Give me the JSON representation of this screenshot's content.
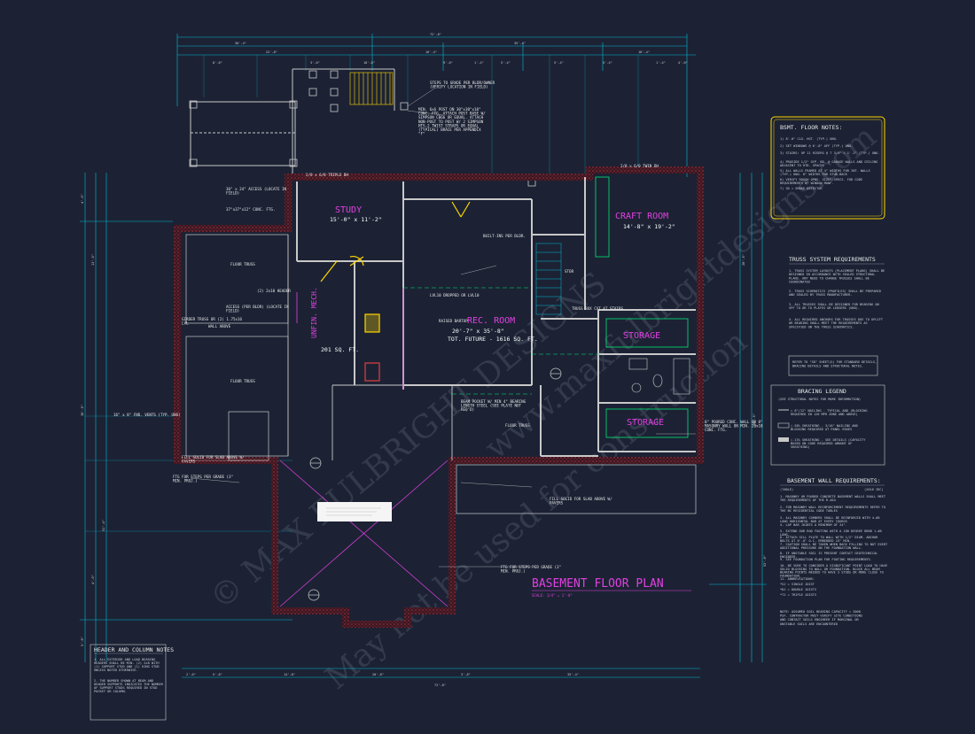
{
  "plan": {
    "title": "BASEMENT FLOOR PLAN",
    "scale": "SCALE: 1/4\" = 1'-0\"",
    "rooms": [
      {
        "name": "STUDY",
        "size": "15'-0\" x 11'-2\""
      },
      {
        "name": "CRAFT ROOM",
        "size": "14'-8\" x 19'-2\""
      },
      {
        "name": "REC. ROOM",
        "size": "20'-7\" x 35'-8\"",
        "area": "TOT. FUTURE - 1616 SQ. FT."
      },
      {
        "name": "UNFIN. MECH.",
        "area": "201 SQ. FT."
      },
      {
        "name": "STORAGE"
      },
      {
        "name": "STORAGE"
      }
    ],
    "dims": {
      "overall": "72'-8\"",
      "top": [
        "36'-4\"",
        "35'-4\"",
        "22'-8\"",
        "16'-4\"",
        "18'-4\""
      ],
      "row2": [
        "8'-8\"",
        "10'-0\"",
        "3'-0\"",
        "9'-0\"",
        "1'-4\"",
        "5'-4\"",
        "5'-4\"",
        "5'-4\"",
        "1'-4\"",
        "4'-0\""
      ],
      "bottom": [
        "2'-0\"",
        "5'-8\"",
        "14'-8\"",
        "20'-8\"",
        "3'-8\"",
        "35'-4\""
      ],
      "left": [
        "4'-0\"",
        "13'-0\"",
        "38'-0\"",
        "51'-4\"",
        "4'-0\"",
        "5'-8\""
      ],
      "right": [
        "28'-0\"",
        "34'-0\"",
        "52'-8\""
      ]
    },
    "labels": {
      "steps_grade": "STEPS TO GRADE PER BLDR/OWNER (VERIFY LOCATION IN FIELD)",
      "post_note": "MIN. 6x6 POST ON 30\"x30\"x10\" CONC. FTG. ATTACH POST BASE W/ SIMPSON CB66 OR EQUAL. ATTACH NON-POST TO POST W/ 2 SIMPSON HTS-2 TWIST STRAPS OR EQUAL (TYPICAL) BRACE PER APPENDIX \"F\"",
      "access": "36\" x 24\" ACCESS (LOCATE IN FIELD)",
      "conc_ftg": "37\"x37\"x12\" CONC. FTG.",
      "header": "(2) 2x10 HEADER",
      "access_bldr": "ACCESS (PER BLDR) (LOCATE IN FIELD)",
      "girder": "GIRDER TRUSS OR (2) 1.75x16 LVL",
      "wall_above": "WALL ABOVE",
      "vents": "16\" x 8\" FND. VENTS (TYP. UNO)",
      "fill_slab": "FILL SOLID FOR SLAB ABOVE W/ PAVERS",
      "ftg_steps": "FTG FOR STEPS PER GRADE (3\" MIN. PROJ.)",
      "ftg_steps2": "FTG FOR STEPS PER GRADE (3\" MIN. PROJ.)",
      "fill_slab2": "FILL SOLID FOR SLAB ABOVE W/ PAVERS",
      "poured_conc": "8\" POURED CONC. WALL OR 8\" MASONRY WALL ON MIN. 20x10 CONC. FTG.",
      "floor_truss": "FLOOR TRUSS",
      "triple": "2/8 x 6/8 TRIPLE DH",
      "twin": "2/8 x 6/0 TWIN DH",
      "raised_bartop": "RAISED BARTOP",
      "builtins": "BUILT-INS PER BLDR.",
      "beam_pocket": "BEAM POCKET W/ MIN 4\" BEARING LENGTH STEEL (SEE PLATE NOT REQ'D)",
      "dropped": "LVL10 DROPPED OR LVL10",
      "storm": "STOR",
      "truss_box": "TRUSS BOX CUT AT STAIRS"
    }
  },
  "notes": {
    "bsmt": {
      "title": "BSMT. FLOOR NOTES:",
      "lines": [
        "1) 8'-0\" CLG. HGT. (TYP.) UNO.",
        "2) SET WINDOWS @ 6'-8\" AFF (TYP.) UNO.",
        "3) STAIRS: UP 11 RISERS @ 7 3/4\" = 1'-1\" (TYP.) UNO.",
        "4) PROVIDE 1/2\" GYP. BD. @ GARAGE WALLS AND CEILING ADJACENT TO HTD. SPACES",
        "5) ALL WALLS FRAMED AT 4\" WIDTHS FOR INT. WALLS (TYP.) UNO. 6\" WIDTHS FOR STUD-BACK",
        "6) VERIFY ROUGH OPNG. SIZES/SPECS. FOR CODE REQUIREMENTS W/ WINDOW MANF.",
        "7) SD = SMOKE DETECTOR"
      ]
    },
    "truss": {
      "title": "TRUSS SYSTEM REQUIREMENTS",
      "lines": [
        "1. TRUSS SYSTEM LAYOUTS (PLACEMENT PLANS) SHALL BE DESIGNED IN ACCORDANCE WITH SEALED STRUCTURAL PLANS. ANY NEED TO CHANGE TRUSSES SHALL BE COORDINATED",
        "2. TRUSS SCHEMATICS (PROFILES) SHALL BE PREPARED AND SEALED BY TRUSS MANUFACTURER.",
        "3. ALL TRUSSES SHALL BE DESIGNED FOR BEARING ON SPF TO OR TO PLATES OR LEDGERS (UNO).",
        "4. ALL REQUIRED ANCHORS FOR TRUSSES DUE TO UPLIFT OR BEARING SHALL MEET THE REQUIREMENTS AS SPECIFIED ON THE TRUSS SCHEMATICS."
      ]
    },
    "refer": "REFER TO \"SD\" SHEET(S) FOR STANDARD DETAILS, BRACING DETAILS AND STRUCTURAL NOTES.",
    "bracing": {
      "title": "BRACING LEGEND",
      "sub": "(SEE STRUCTURAL NOTES FOR MORE INFORMATION)",
      "items": [
        "= 8\"/12\" NAILING - TYPICAL AND (BLOCKING REQUIRED IN 120 MPH ZONE AND ABOVE)",
        "(.58% SHEATHING - 3/16\" NAILING AND BLOCKING REQUIRED AT PANEL EDGES",
        "(.13% SHEATHING - SEE DETAILS (CAPACITY BASED ON CODE REQUIRED AMOUNT OF SHEATHING)"
      ]
    },
    "wall": {
      "title": "BASEMENT WALL REQUIREMENTS:",
      "sub": "(TABLE)",
      "code": "(2018 IRC)",
      "lines": [
        "1. MASONRY OR POURED CONCRETE BASEMENT WALLS SHALL MEET THE REQUIREMENTS OF THE R.404",
        "2. FOR MASONRY WALL REINFORCEMENT REQUIREMENTS REFER TO THE NC RESIDENTIAL CODE TABLES",
        "3. ALL MASONRY CORNERS SHALL BE REINFORCED WITH 4-#8 LONG HORIZONTAL BAR AT EVERY COURSE.",
        "4. LAP BAR JOINTS A MINIMUM OF 24\".",
        "5. EXTEND DUR ROD FOOTING WITH A 180 DEGREE BEND 1-#8 LONG.",
        "6. ATTACH SILL PLATE TO WALL WITH 1/2\" DIAM. ANCHOR BOLTS AT 6'-0\" O.C. EMBEDDED 15\" MIN.",
        "7. CAUTION SHALL BE TAKEN WHEN BACK FILLING TO NOT EXERT ADDITIONAL PRESSURE ON THE FOUNDATION WALL.",
        "8. IF UNSTABLE SOIL IS PRESENT CONTACT GEOTECHNICAL ENGINEER.",
        "9. SEE FOUNDATION PLAN FOR FOOTING REQUIREMENTS.",
        "10. BE SURE TO CONSIDER A SIGNIFICANT POINT LOAD TO HAVE SOLID BLOCKING TO WALL OR FOUNDATION. BLOCK ALL BEAM BEARING POINTS NEEDED TO HAVE 3 STUDS OR MORE CLOSE TO FOUNDATION.",
        "11. ABBREVIATIONS:",
        "    *SJ = SINGLE JOIST",
        "    *DJ = DOUBLE JOISTS",
        "    *TJ = TRIPLE JOISTS"
      ]
    },
    "soil": "NOTE: ASSUMED SOIL BEARING CAPACITY = 2000 PSF. CONTRACTOR MUST VERIFY SITE CONDITIONS AND CONTACT SOILS ENGINEER IF MARGINAL OR UNSTABLE SOILS ARE ENCOUNTERED",
    "header": {
      "title": "HEADER AND COLUMN NOTES",
      "lines": [
        "1. ALL EXTERIOR AND LOAD BEARING HEADERS SHALL BE MIN. (2) 2x8 WITH (1) SUPPORT STUD AND (1) KING STUD UNLESS NOTED OTHERWISE.",
        "2. THE NUMBER SHOWN AT BEAM AND HEADER SUPPORTS INDICATES THE NUMBER OF SUPPORT STUDS REQUIRED IN STUD POCKET OR COLUMN."
      ]
    }
  },
  "watermark": [
    "© MAX FULBRIGHT DESIGNS",
    "May not be used for construction",
    "www.maxfulbrightdesigns.com"
  ],
  "colors": {
    "bg": "#1c2234",
    "wall": "#c8c8c8",
    "dim": "#00bcd4",
    "room": "#e040e0",
    "accent": "#ffd600",
    "green": "#00e676",
    "brick": "#4a1c24"
  }
}
